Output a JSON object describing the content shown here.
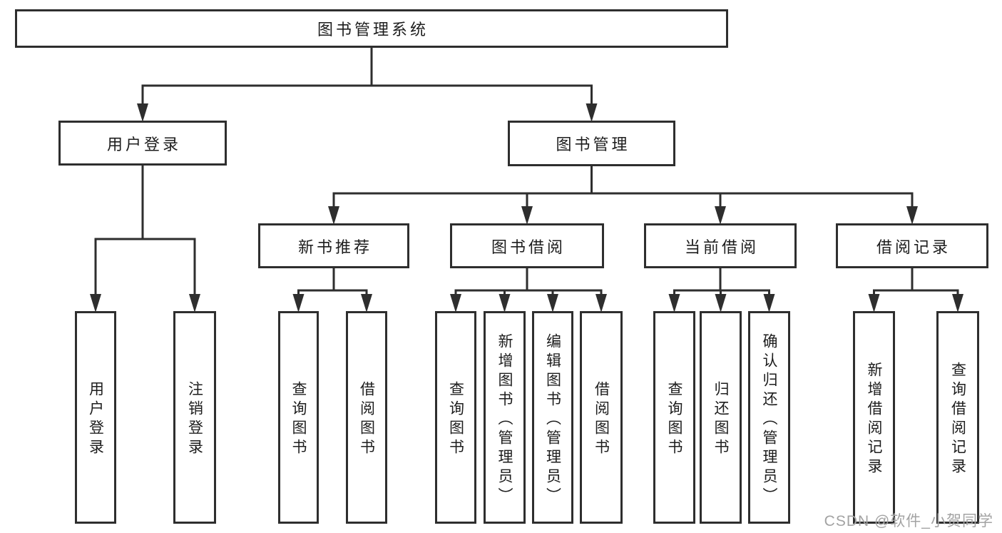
{
  "diagram": {
    "type": "hierarchy-tree",
    "nodes": [
      {
        "id": "root",
        "label": "图书管理系统"
      },
      {
        "id": "user-login",
        "label": "用户登录"
      },
      {
        "id": "book-mgmt",
        "label": "图书管理"
      },
      {
        "id": "new-book-rec",
        "label": "新书推荐"
      },
      {
        "id": "book-borrow",
        "label": "图书借阅"
      },
      {
        "id": "current-borrow",
        "label": "当前借阅"
      },
      {
        "id": "borrow-record",
        "label": "借阅记录"
      },
      {
        "id": "user-login-leaf",
        "label": "用户登录"
      },
      {
        "id": "logout-leaf",
        "label": "注销登录"
      },
      {
        "id": "query-books-1",
        "label": "查询图书"
      },
      {
        "id": "borrow-books-1",
        "label": "借阅图书"
      },
      {
        "id": "query-books-2",
        "label": "查询图书"
      },
      {
        "id": "add-books-admin",
        "label": "新增图书（管理员）"
      },
      {
        "id": "edit-books-admin",
        "label": "编辑图书（管理员）"
      },
      {
        "id": "borrow-books-2",
        "label": "借阅图书"
      },
      {
        "id": "query-books-3",
        "label": "查询图书"
      },
      {
        "id": "return-books",
        "label": "归还图书"
      },
      {
        "id": "confirm-return-admin",
        "label": "确认归还（管理员）"
      },
      {
        "id": "add-borrow-record",
        "label": "新增借阅记录"
      },
      {
        "id": "query-borrow-record",
        "label": "查询借阅记录"
      }
    ],
    "edges": [
      {
        "from": "root",
        "to": [
          "user-login",
          "book-mgmt"
        ]
      },
      {
        "from": "user-login",
        "to": [
          "user-login-leaf",
          "logout-leaf"
        ]
      },
      {
        "from": "book-mgmt",
        "to": [
          "new-book-rec",
          "book-borrow",
          "current-borrow",
          "borrow-record"
        ]
      },
      {
        "from": "new-book-rec",
        "to": [
          "query-books-1",
          "borrow-books-1"
        ]
      },
      {
        "from": "book-borrow",
        "to": [
          "query-books-2",
          "add-books-admin",
          "edit-books-admin",
          "borrow-books-2"
        ]
      },
      {
        "from": "current-borrow",
        "to": [
          "query-books-3",
          "return-books",
          "confirm-return-admin"
        ]
      },
      {
        "from": "borrow-record",
        "to": [
          "add-borrow-record",
          "query-borrow-record"
        ]
      }
    ]
  },
  "watermark": {
    "text": "CSDN @软件_小贺同学"
  },
  "colors": {
    "line": "#2e2e2e",
    "text": "#1d1d1d",
    "background": "#ffffff",
    "watermark": "#a3a3a3"
  }
}
